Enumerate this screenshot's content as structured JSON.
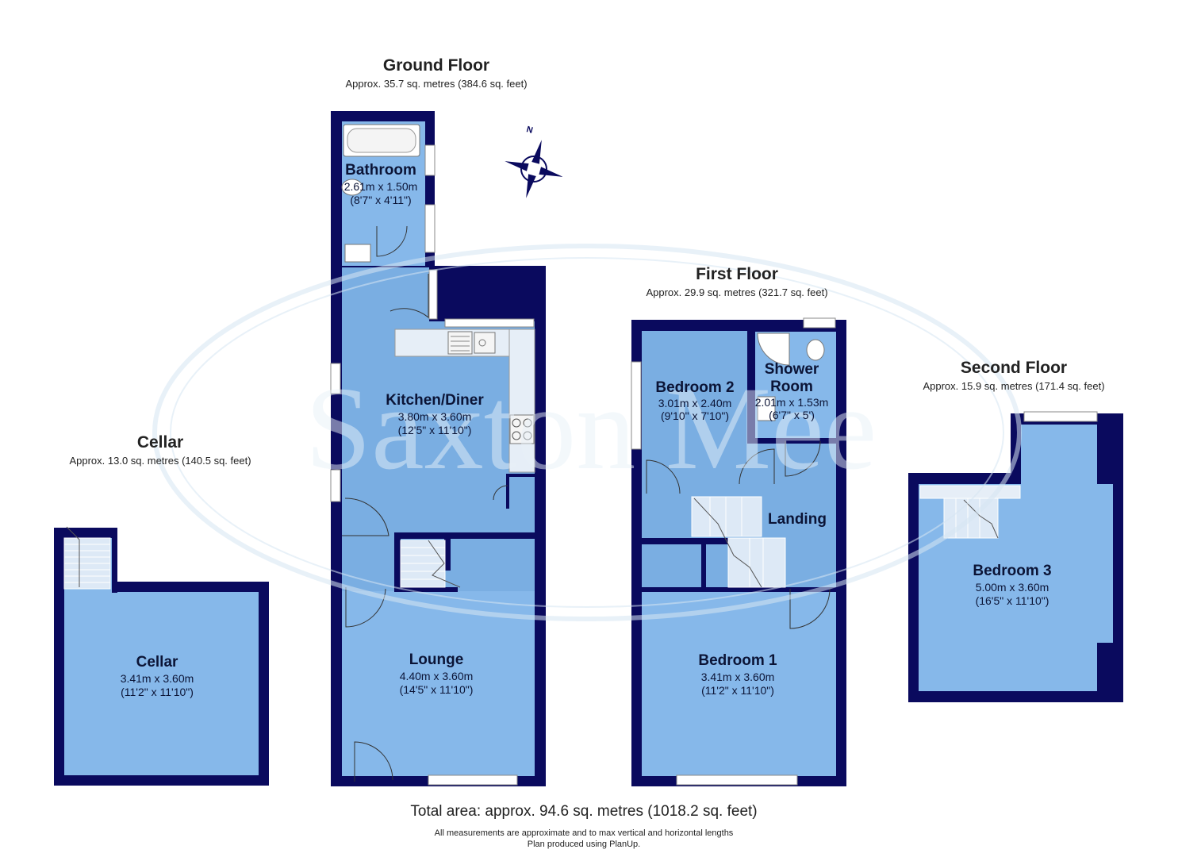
{
  "floors": {
    "ground": {
      "title": "Ground Floor",
      "area": "Approx. 35.7 sq. metres (384.6 sq. feet)"
    },
    "first": {
      "title": "First Floor",
      "area": "Approx. 29.9 sq. metres (321.7 sq. feet)"
    },
    "second": {
      "title": "Second Floor",
      "area": "Approx. 15.9 sq. metres (171.4 sq. feet)"
    },
    "cellar": {
      "title": "Cellar",
      "area": "Approx. 13.0 sq. metres (140.5 sq. feet)"
    }
  },
  "rooms": {
    "bathroom": {
      "name": "Bathroom",
      "metric": "2.61m x 1.50m",
      "imperial": "(8'7\" x 4'11\")"
    },
    "kitchen": {
      "name": "Kitchen/Diner",
      "metric": "3.80m x 3.60m",
      "imperial": "(12'5\" x 11'10\")"
    },
    "lounge": {
      "name": "Lounge",
      "metric": "4.40m x 3.60m",
      "imperial": "(14'5\" x 11'10\")"
    },
    "cellar": {
      "name": "Cellar",
      "metric": "3.41m x 3.60m",
      "imperial": "(11'2\" x 11'10\")"
    },
    "bedroom2": {
      "name": "Bedroom 2",
      "metric": "3.01m x 2.40m",
      "imperial": "(9'10\" x 7'10\")"
    },
    "shower": {
      "name1": "Shower",
      "name2": "Room",
      "metric": "2.01m x 1.53m",
      "imperial": "(6'7\" x 5')"
    },
    "landing": {
      "name": "Landing"
    },
    "bedroom1": {
      "name": "Bedroom 1",
      "metric": "3.41m x 3.60m",
      "imperial": "(11'2\" x 11'10\")"
    },
    "bedroom3": {
      "name": "Bedroom 3",
      "metric": "5.00m x 3.60m",
      "imperial": "(16'5\" x 11'10\")"
    }
  },
  "compass": {
    "label": "N",
    "icon": "compass-rose-icon"
  },
  "watermark": {
    "text": "Saxton Mee",
    "icon": "saxton-mee-watermark"
  },
  "footer": {
    "total": "Total area: approx. 94.6 sq. metres (1018.2 sq. feet)",
    "note1": "All measurements are approximate and to max vertical and horizontal lengths",
    "note2": "Plan produced using PlanUp."
  },
  "colors": {
    "wall": "#0a0a5e",
    "room_light": "#86b8ea",
    "room_dark": "#6fa3d8",
    "room_mid": "#7aaee2"
  }
}
